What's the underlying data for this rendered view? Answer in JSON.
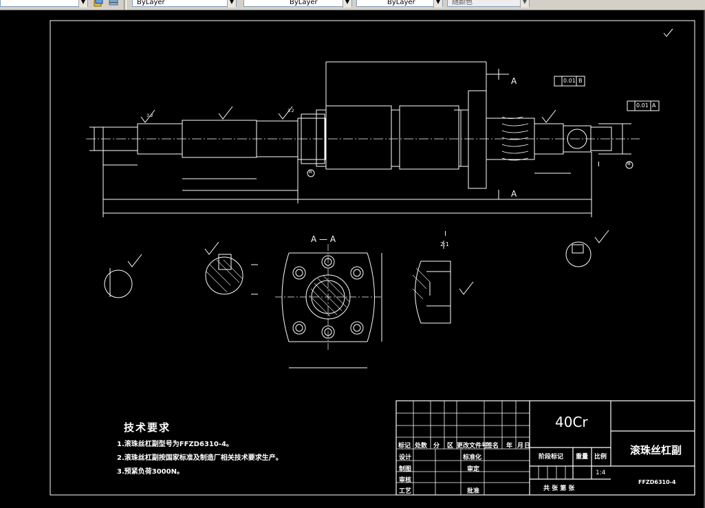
{
  "toolbar": {
    "layer_combo": "",
    "color_combo": "ByLayer",
    "linetype_combo": "ByLayer",
    "lineweight_combo": "ByLayer",
    "plotstyle_combo": "随颜色"
  },
  "drawing": {
    "surface_finish_note": "3.2",
    "section_label": "A — A",
    "section_mark": "A",
    "detail_label": "I",
    "detail_scale": "2:1",
    "datum_a": "A",
    "datum_b": "B",
    "tolerance_1": "0.01",
    "tolerance_1_datum": "B",
    "tolerance_2": "0.01",
    "tolerance_2_datum": "A"
  },
  "tech_requirements": {
    "title": "技术要求",
    "lines": [
      "1.滚珠丝杠副型号为FFZD6310-4。",
      "2.滚珠丝杠副按国家标准及制造厂相关技术要求生产。",
      "3.预紧负荷3000N。"
    ]
  },
  "title_block": {
    "material": "40Cr",
    "part_name": "滚珠丝杠副",
    "part_code": "FFZD6310-4",
    "scale": "1:4",
    "headers": [
      "标记",
      "处数",
      "分",
      "区",
      "更改文件号",
      "签名",
      "年",
      "月",
      "日"
    ],
    "roles": [
      "设计",
      "制图",
      "审核",
      "工艺"
    ],
    "std": "标准化",
    "review": "审定",
    "approve": "批准",
    "stage_mark": "阶段标记",
    "weight": "重量",
    "ratio": "比例",
    "sheets": "共   张   第   张"
  }
}
